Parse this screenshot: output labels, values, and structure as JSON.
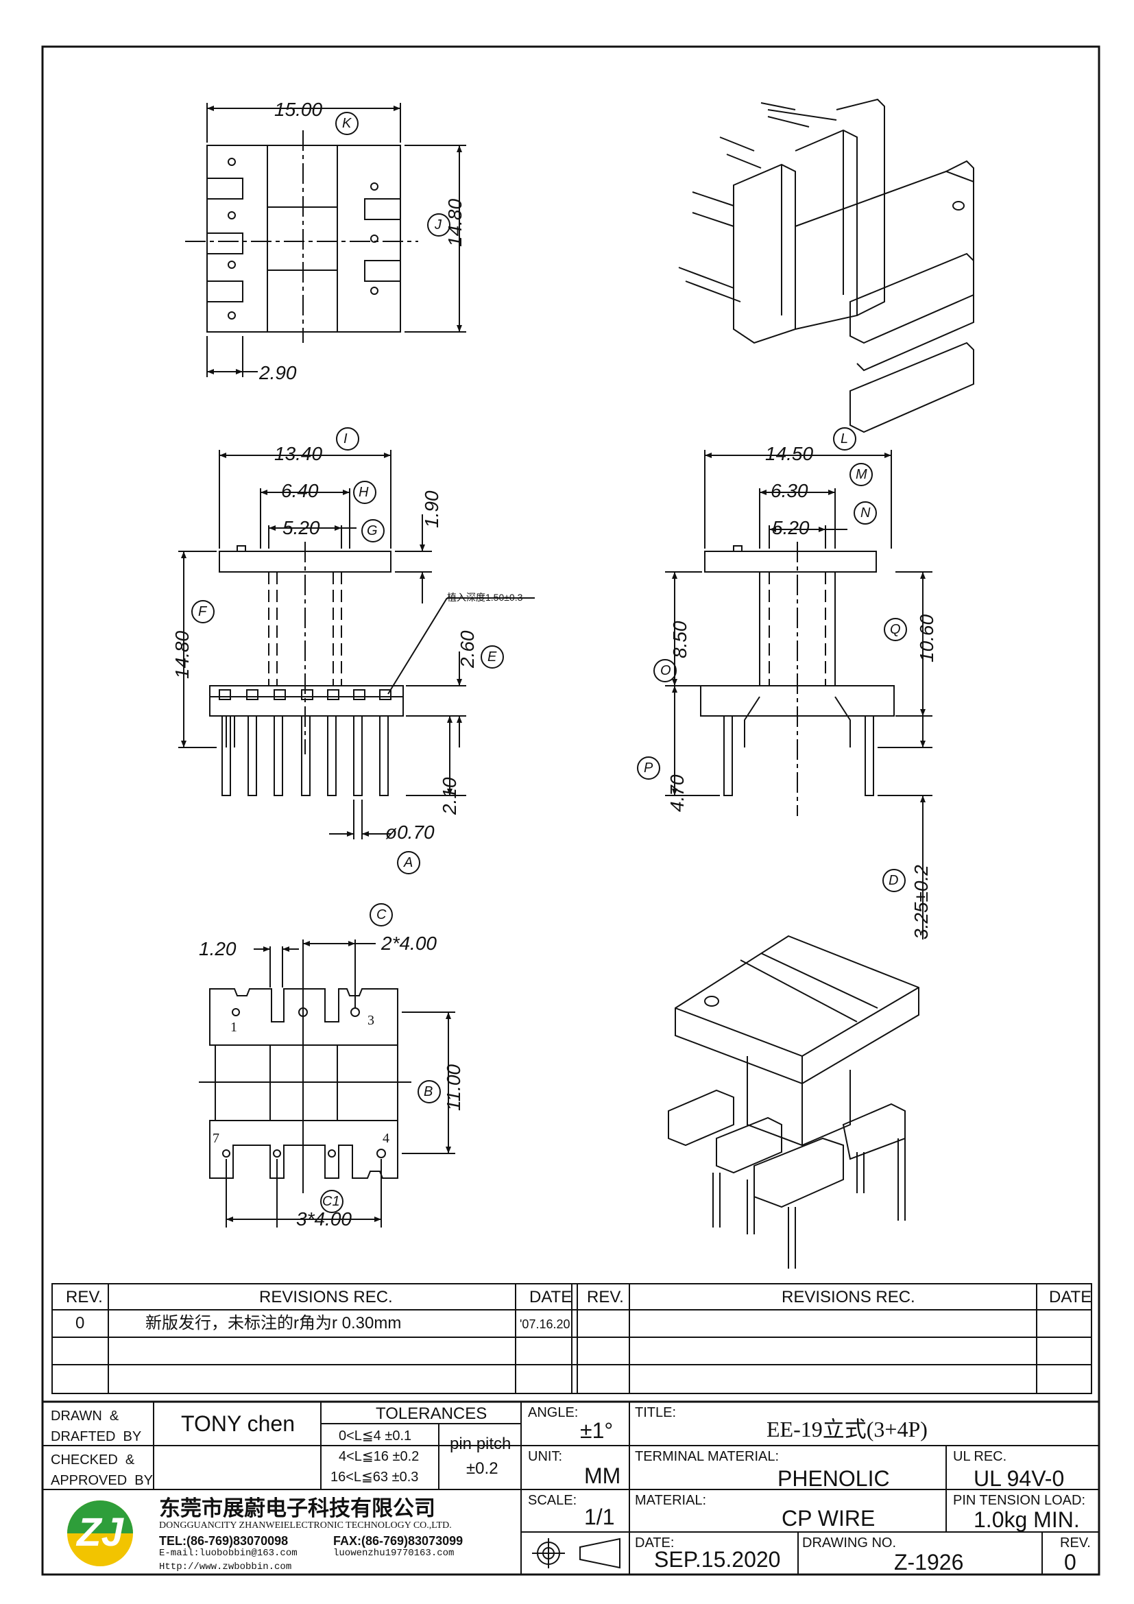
{
  "dims": {
    "k_width": "15.00",
    "k_tag": "K",
    "j_height": "14.80",
    "j_tag": "J",
    "flange": "2.90",
    "i_width": "13.40",
    "i_tag": "I",
    "h_width": "6.40",
    "h_tag": "H",
    "g_width": "5.20",
    "g_tag": "G",
    "top_thk": "1.90",
    "f_height": "14.80",
    "f_tag": "F",
    "e_height": "2.60",
    "e_tag": "E",
    "note": "植入深度1.50±0.3",
    "pin_len": "2.10",
    "a_dia": "ø0.70",
    "a_tag": "A",
    "l_width": "14.50",
    "l_tag": "L",
    "m_width": "6.30",
    "m_tag": "M",
    "n_width": "5.20",
    "n_tag": "N",
    "o_height": "8.50",
    "o_tag": "O",
    "q_height": "10.60",
    "q_tag": "Q",
    "p_height": "4.70",
    "p_tag": "P",
    "d_len": "3.25±0.2",
    "d_tag": "D",
    "c_tag": "C",
    "c_pitch": "2*4.00",
    "b_off": "1.20",
    "b_height": "11.00",
    "b_tag": "B",
    "c1_tag": "C1",
    "c1_pitch": "3*4.00",
    "pins": [
      "1",
      "3",
      "7",
      "4"
    ]
  },
  "revisions": {
    "headers": [
      "REV.",
      "REVISIONS   REC.",
      "DATE",
      "REV.",
      "REVISIONS   REC.",
      "DATE"
    ],
    "row1": {
      "rev": "0",
      "text": "新版发行，未标注的r角为r 0.30mm",
      "date": "'07.16.20"
    }
  },
  "titleblock": {
    "drawn_label": "DRAWN  &\nDRAFTED  BY",
    "drawn_value": "TONY  chen",
    "checked_label": "CHECKED  &\nAPPROVED  BY",
    "tol_title": "TOLERANCES",
    "tol_rows": [
      "0<L≦4    ±0.1",
      "4<L≦16  ±0.2",
      "16<L≦63  ±0.3"
    ],
    "pin_pitch_label": "pin  pitch",
    "pin_pitch_value": "±0.2",
    "angle_label": "ANGLE:",
    "angle_value": "±1°",
    "unit_label": "UNIT:",
    "unit_value": "MM",
    "scale_label": "SCALE:",
    "scale_value": "1/1",
    "title_label": "TITLE:",
    "title_value": "EE-19立式(3+4P)",
    "terminal_label": "TERMINAL  MATERIAL:",
    "terminal_value": "PHENOLIC",
    "ul_label": "UL  REC.",
    "ul_value": "UL  94V-0",
    "material_label": "MATERIAL:",
    "material_value": "CP  WIRE",
    "pin_tension_label": "PIN  TENSION  LOAD:",
    "pin_tension_value": "1.0kg  MIN.",
    "date_label": "DATE:",
    "date_value": "SEP.15.2020",
    "drawing_no_label": "DRAWING  NO.",
    "drawing_no_value": "Z-1926",
    "rev_label": "REV.",
    "rev_value": "0",
    "company_cn": "东莞市展蔚电子科技有限公司",
    "company_en": "DONGGUANCITY  ZHANWEIELECTRONIC  TECHNOLOGY  CO.,LTD.",
    "tel": "TEL:(86-769)83070098",
    "fax": "FAX:(86-769)83073099",
    "email1": "E-mail:luobobbin@163.com",
    "email2": "luowenzhu19770163.com",
    "web": "Http://www.zwbobbin.com"
  },
  "colors": {
    "ink": "#111111",
    "logo_green": "#2e9e3a",
    "logo_yellow": "#f2c400"
  }
}
